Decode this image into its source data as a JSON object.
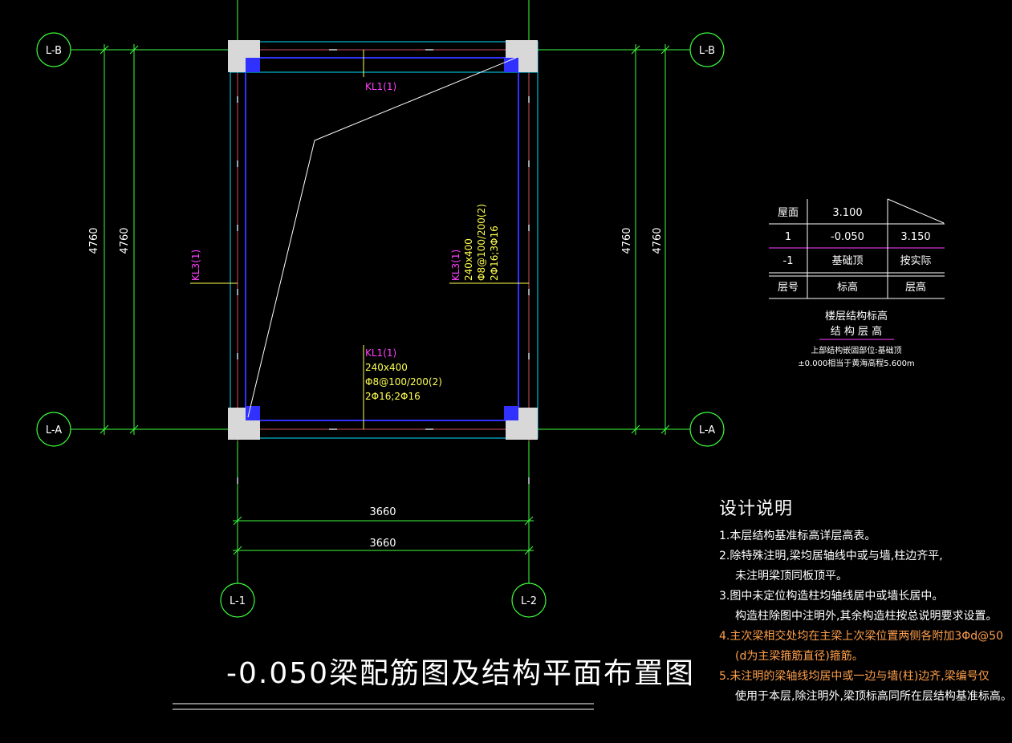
{
  "axes": {
    "row_top": "L-B",
    "row_bottom": "L-A",
    "col_left": "L-1",
    "col_right": "L-2"
  },
  "dimensions": {
    "vertical": "4760",
    "horizontal": "3660"
  },
  "beams": {
    "kl1_top": "KL1(1)",
    "kl1_bottom": {
      "name": "KL1(1)",
      "section": "240x400",
      "stirrup": "Φ8@100/200(2)",
      "bars": "2Φ16;2Φ16"
    },
    "kl3_left": "KL3(1)",
    "kl3_right": {
      "name": "KL3(1)",
      "section": "240x400",
      "stirrup": "Φ8@100/200(2)",
      "bars": "2Φ16;3Φ16"
    }
  },
  "level_table": {
    "rows": [
      [
        "屋面",
        "3.100",
        ""
      ],
      [
        "1",
        "-0.050",
        "3.150"
      ],
      [
        "-1",
        "基础顶",
        "按实际"
      ]
    ],
    "header": [
      "层号",
      "标高",
      "层高"
    ],
    "caption1": "楼层结构标高",
    "caption2": "结 构 层 高",
    "note1": "上部结构嵌固部位:基础顶",
    "note2": "±0.000相当于黄海高程5.600m"
  },
  "notes": {
    "title": "设计说明",
    "items": [
      {
        "text": "1.本层结构基准标高详层高表。",
        "color": "#ffffff",
        "indent": false
      },
      {
        "text": "2.除特殊注明,梁均居轴线中或与墙,柱边齐平,",
        "color": "#ffffff",
        "indent": false
      },
      {
        "text": "未注明梁顶同板顶平。",
        "color": "#ffffff",
        "indent": true
      },
      {
        "text": "3.图中未定位构造柱均轴线居中或墙长居中。",
        "color": "#ffffff",
        "indent": false
      },
      {
        "text": "构造柱除图中注明外,其余构造柱按总说明要求设置。",
        "color": "#ffffff",
        "indent": true
      },
      {
        "text": "4.主次梁相交处均在主梁上次梁位置两侧各附加3Φd@50",
        "color": "#ff9f4a",
        "indent": false
      },
      {
        "text": "(d为主梁箍筋直径)箍筋。",
        "color": "#ff9f4a",
        "indent": true
      },
      {
        "text": "5.未注明的梁轴线均居中或一边与墙(柱)边齐,梁编号仅",
        "color": "#ff9f4a",
        "indent": false
      },
      {
        "text": "使用于本层,除注明外,梁顶标高同所在层结构基准标高。",
        "color": "#ffffff",
        "indent": true
      }
    ]
  },
  "title": "-0.050梁配筋图及结构平面布置图",
  "colors": {
    "background": "#000000",
    "axis_line": "#d0505c",
    "dim_line": "#3cff3c",
    "wall_line": "#00e0ff",
    "beam_line": "#3030ff",
    "magenta_label": "#ff40ff",
    "yellow_label": "#ffff50",
    "column_fill": "#d8d8d8",
    "white": "#ffffff"
  }
}
